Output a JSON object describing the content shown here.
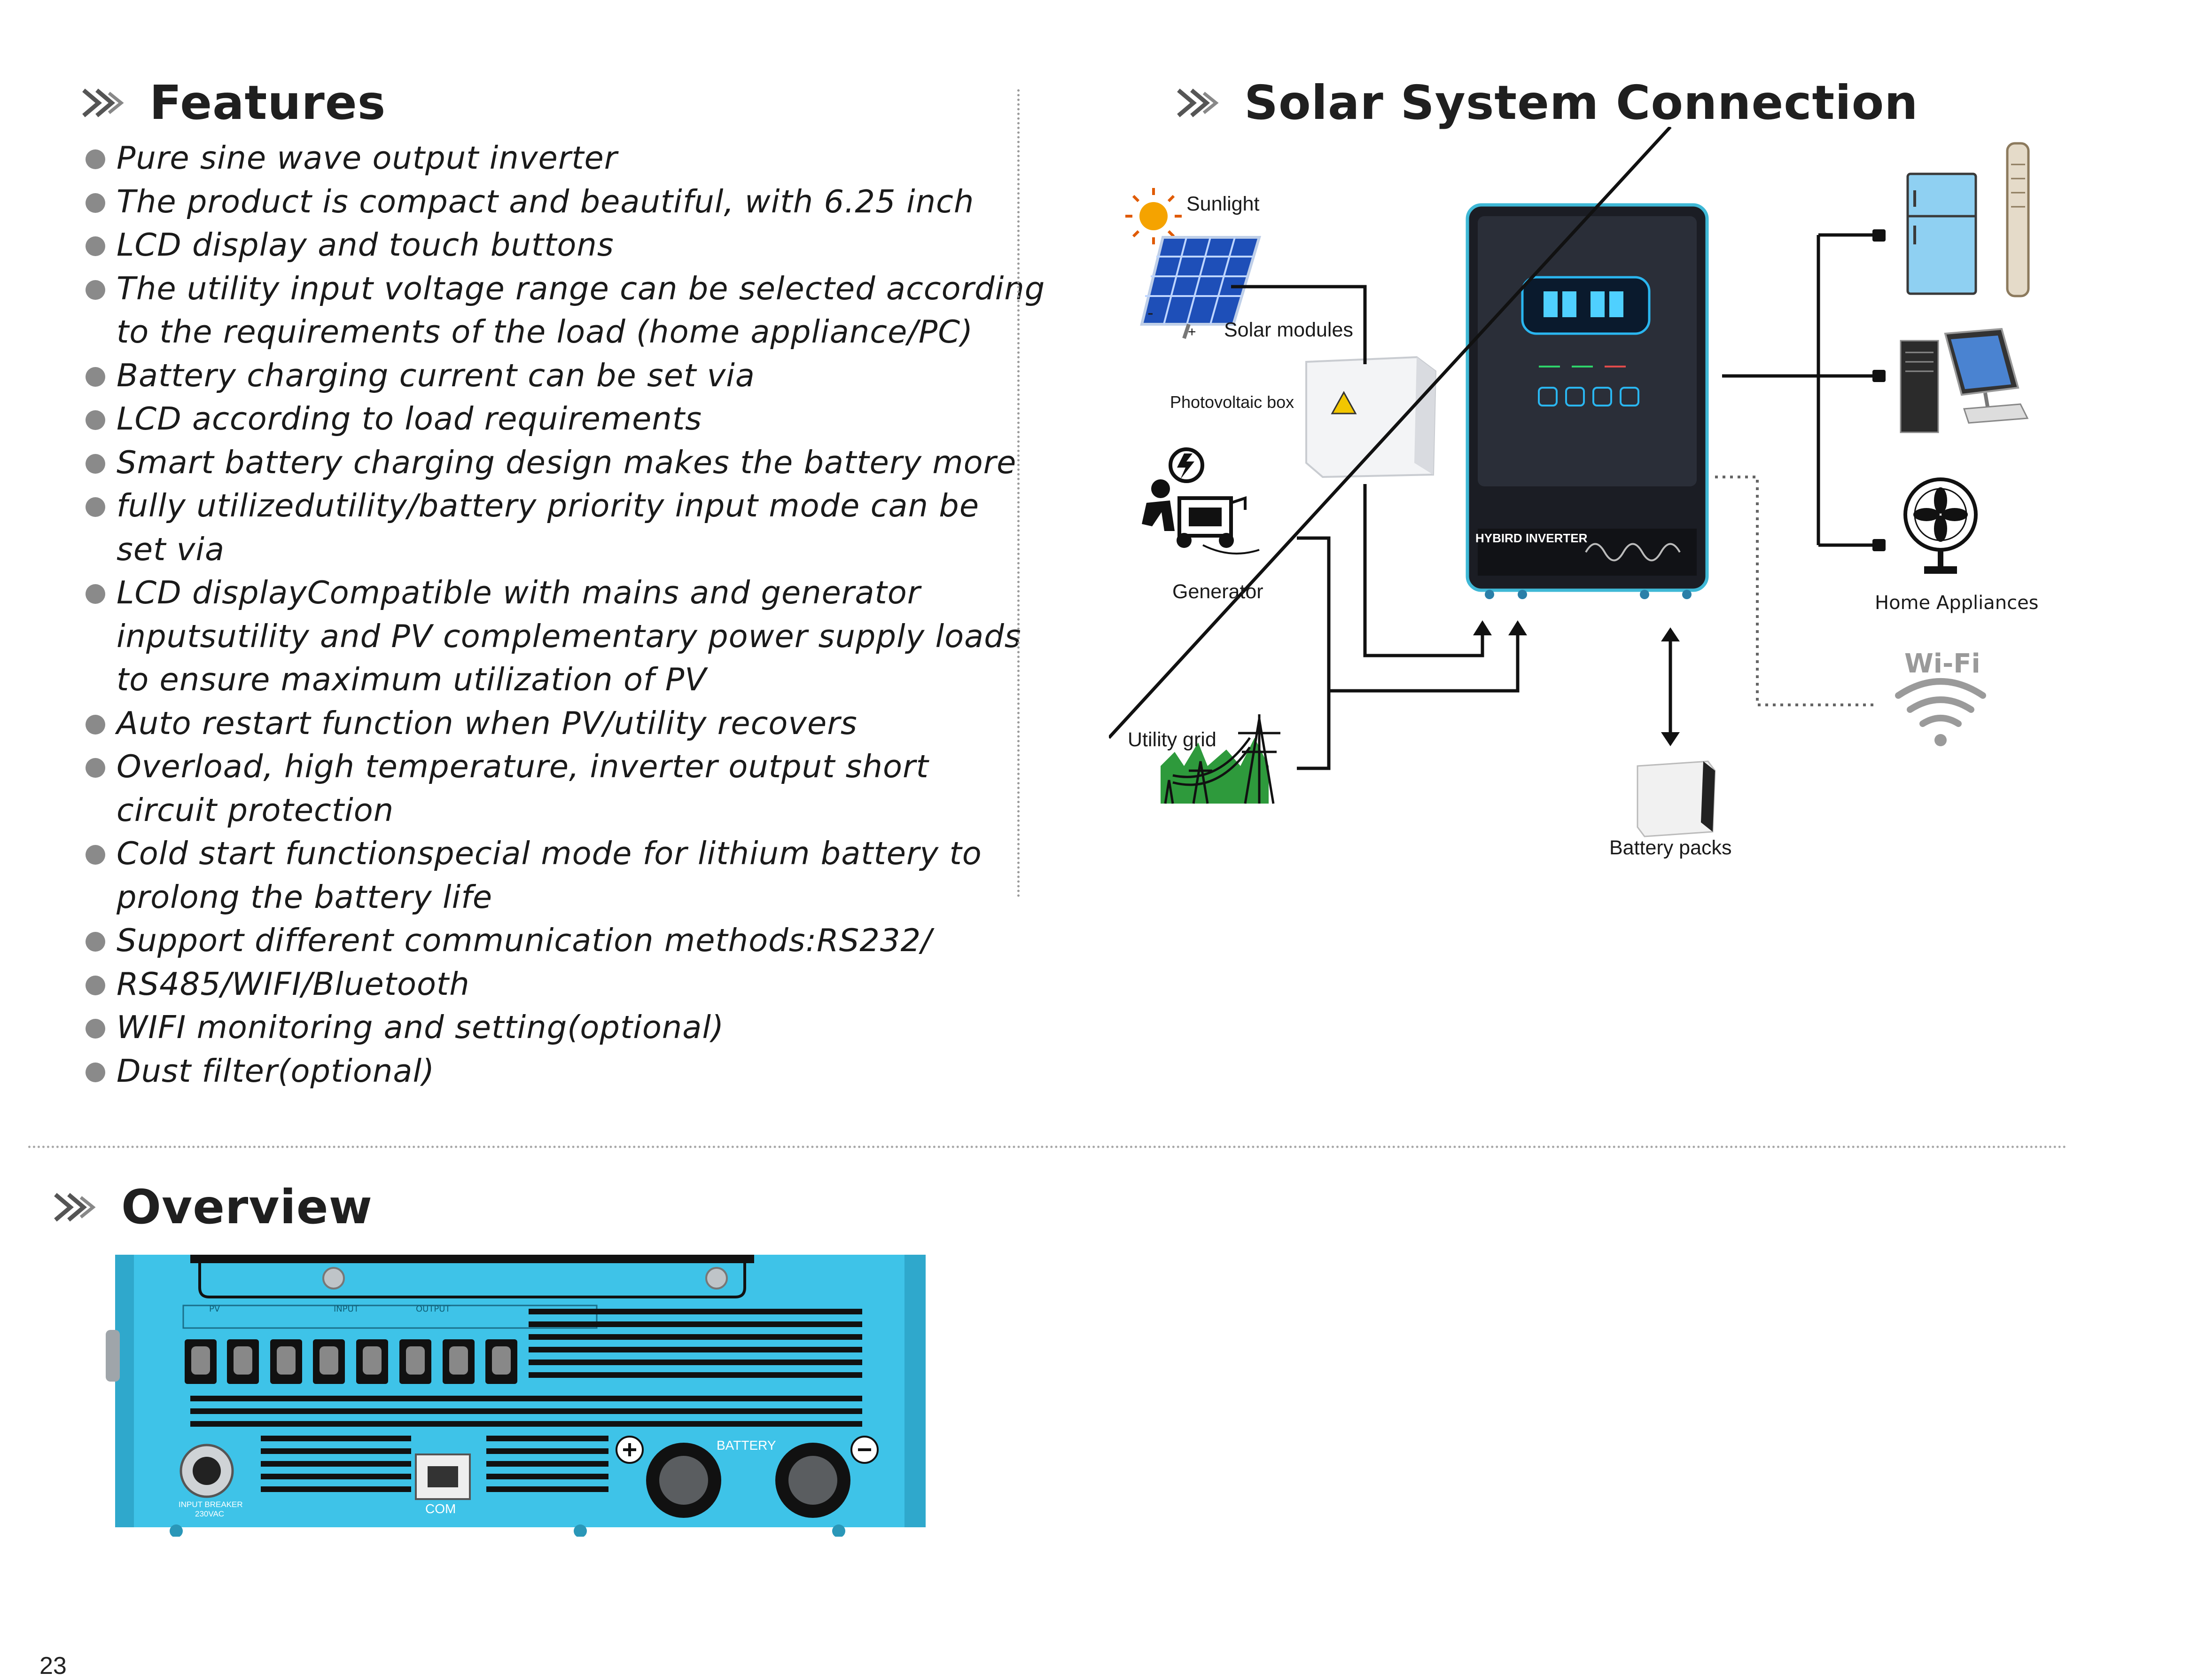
{
  "features": {
    "title": "Features",
    "items": [
      [
        "Pure sine wave output inverter"
      ],
      [
        "The product is compact and beautiful, with 6.25 inch"
      ],
      [
        "LCD display and touch buttons"
      ],
      [
        "The utility input voltage range can be selected according",
        "to the requirements of the load (home appliance/PC)"
      ],
      [
        "Battery charging current can be set via"
      ],
      [
        "LCD according to load requirements"
      ],
      [
        "Smart battery charging design makes the battery more"
      ],
      [
        "fully utilizedutility/battery priority input mode can be",
        "set via"
      ],
      [
        "LCD displayCompatible with mains and generator",
        "inputsutility and PV complementary power supply loads",
        "to ensure maximum utilization of PV"
      ],
      [
        "Auto restart function when PV/utility recovers"
      ],
      [
        "Overload, high temperature, inverter output short",
        "circuit protection"
      ],
      [
        "Cold start functionspecial mode for lithium battery to",
        "prolong the battery life"
      ],
      [
        "Support different communication methods:RS232/"
      ],
      [
        "RS485/WIFI/Bluetooth"
      ],
      [
        "WIFI monitoring and setting(optional)"
      ],
      [
        "Dust filter(optional)"
      ]
    ]
  },
  "solar": {
    "title": "Solar System Connection",
    "labels": {
      "sunlight": "Sunlight",
      "solar_modules": "Solar modules",
      "photovoltaic_box": "Photovoltaic box",
      "generator": "Generator",
      "utility_grid": "Utility grid",
      "battery_packs": "Battery packs",
      "home_appliances": "Home Appliances",
      "wifi": "Wi-Fi",
      "inverter_brand": "HYBIRD   INVERTER",
      "panel_minus": "-",
      "panel_plus": "+"
    }
  },
  "overview": {
    "title": "Overview",
    "panel_labels": {
      "pv": "PV",
      "input": "INPUT",
      "output": "OUTPUT",
      "battery": "BATTERY",
      "com": "COM",
      "breaker": "INPUT BREAKER",
      "breaker_rating": "230VAC"
    }
  },
  "page_number": "23",
  "colors": {
    "inverter_body": "#3ec3e8",
    "bullet": "#8a8a8a",
    "heading": "#1f1f1f"
  }
}
